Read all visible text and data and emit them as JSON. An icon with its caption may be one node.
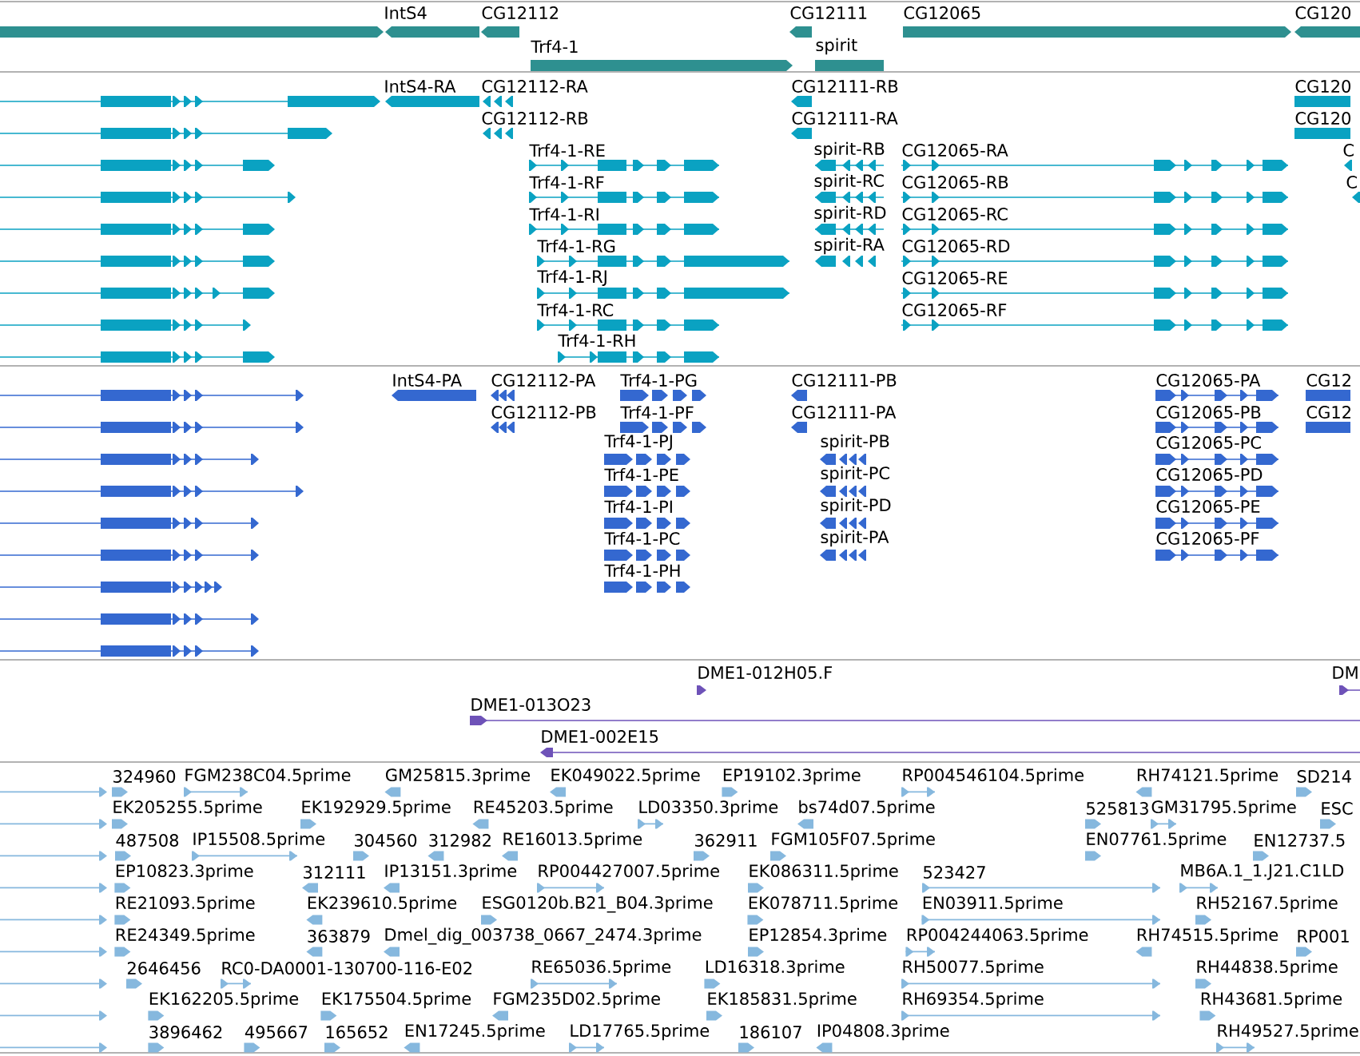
{
  "diagram": {
    "labels": [
      "IntS4",
      "CG12112",
      "CG12111",
      "CG12065",
      "CG120",
      "Trf4-1",
      "spirit",
      "IntS4-RA",
      "CG12112-RA",
      "CG12111-RB",
      "CG120",
      "CG12112-RB",
      "CG12111-RA",
      "CG120",
      "Trf4-1-RE",
      "spirit-RB",
      "CG12065-RA",
      "C",
      "Trf4-1-RF",
      "spirit-RC",
      "CG12065-RB",
      "C",
      "Trf4-1-RI",
      "spirit-RD",
      "CG12065-RC",
      "Trf4-1-RG",
      "spirit-RA",
      "CG12065-RD",
      "Trf4-1-RJ",
      "CG12065-RE",
      "Trf4-1-RC",
      "CG12065-RF",
      "Trf4-1-RH",
      "IntS4-PA",
      "CG12112-PA",
      "Trf4-1-PG",
      "CG12111-PB",
      "CG12065-PA",
      "CG12",
      "CG12112-PB",
      "Trf4-1-PF",
      "CG12111-PA",
      "CG12065-PB",
      "CG12",
      "Trf4-1-PJ",
      "spirit-PB",
      "CG12065-PC",
      "Trf4-1-PE",
      "spirit-PC",
      "CG12065-PD",
      "Trf4-1-PI",
      "spirit-PD",
      "CG12065-PE",
      "Trf4-1-PC",
      "spirit-PA",
      "CG12065-PF",
      "Trf4-1-PH",
      "DME1-012H05.F",
      "DM",
      "DME1-013O23",
      "DME1-002E15",
      "324960",
      "FGM238C04.5prime",
      "GM25815.3prime",
      "EK049022.5prime",
      "EP19102.3prime",
      "RP004546104.5prime",
      "RH74121.5prime",
      "SD214",
      "EK205255.5prime",
      "EK192929.5prime",
      "RE45203.5prime",
      "LD03350.3prime",
      "bs74d07.5prime",
      "525813",
      "GM31795.5prime",
      "ESC",
      "487508",
      "IP15508.5prime",
      "304560",
      "312982",
      "RE16013.5prime",
      "362911",
      "FGM105F07.5prime",
      "EN07761.5prime",
      "EN12737.5",
      "EP10823.3prime",
      "312111",
      "IP13151.3prime",
      "RP004427007.5prime",
      "EK086311.5prime",
      "523427",
      "MB6A.1_1.J21.C1LD",
      "RE21093.5prime",
      "EK239610.5prime",
      "ESG0120b.B21_B04.3prime",
      "EK078711.5prime",
      "EN03911.5prime",
      "RH52167.5prime",
      "RE24349.5prime",
      "363879",
      "Dmel_dig_003738_0667_2474.3prime",
      "EP12854.3prime",
      "RP004244063.5prime",
      "RH74515.5prime",
      "RP001",
      "2646456",
      "RC0-DA0001-130700-116-E02",
      "RE65036.5prime",
      "LD16318.3prime",
      "RH50077.5prime",
      "RH44838.5prime",
      "EK162205.5prime",
      "EK175504.5prime",
      "FGM235D02.5prime",
      "EK185831.5prime",
      "RH69354.5prime",
      "RH43681.5prime",
      "3896462",
      "495667",
      "165652",
      "EN17245.5prime",
      "LD17765.5prime",
      "186107",
      "IP04808.3prime",
      "RH49527.5prime"
    ]
  }
}
